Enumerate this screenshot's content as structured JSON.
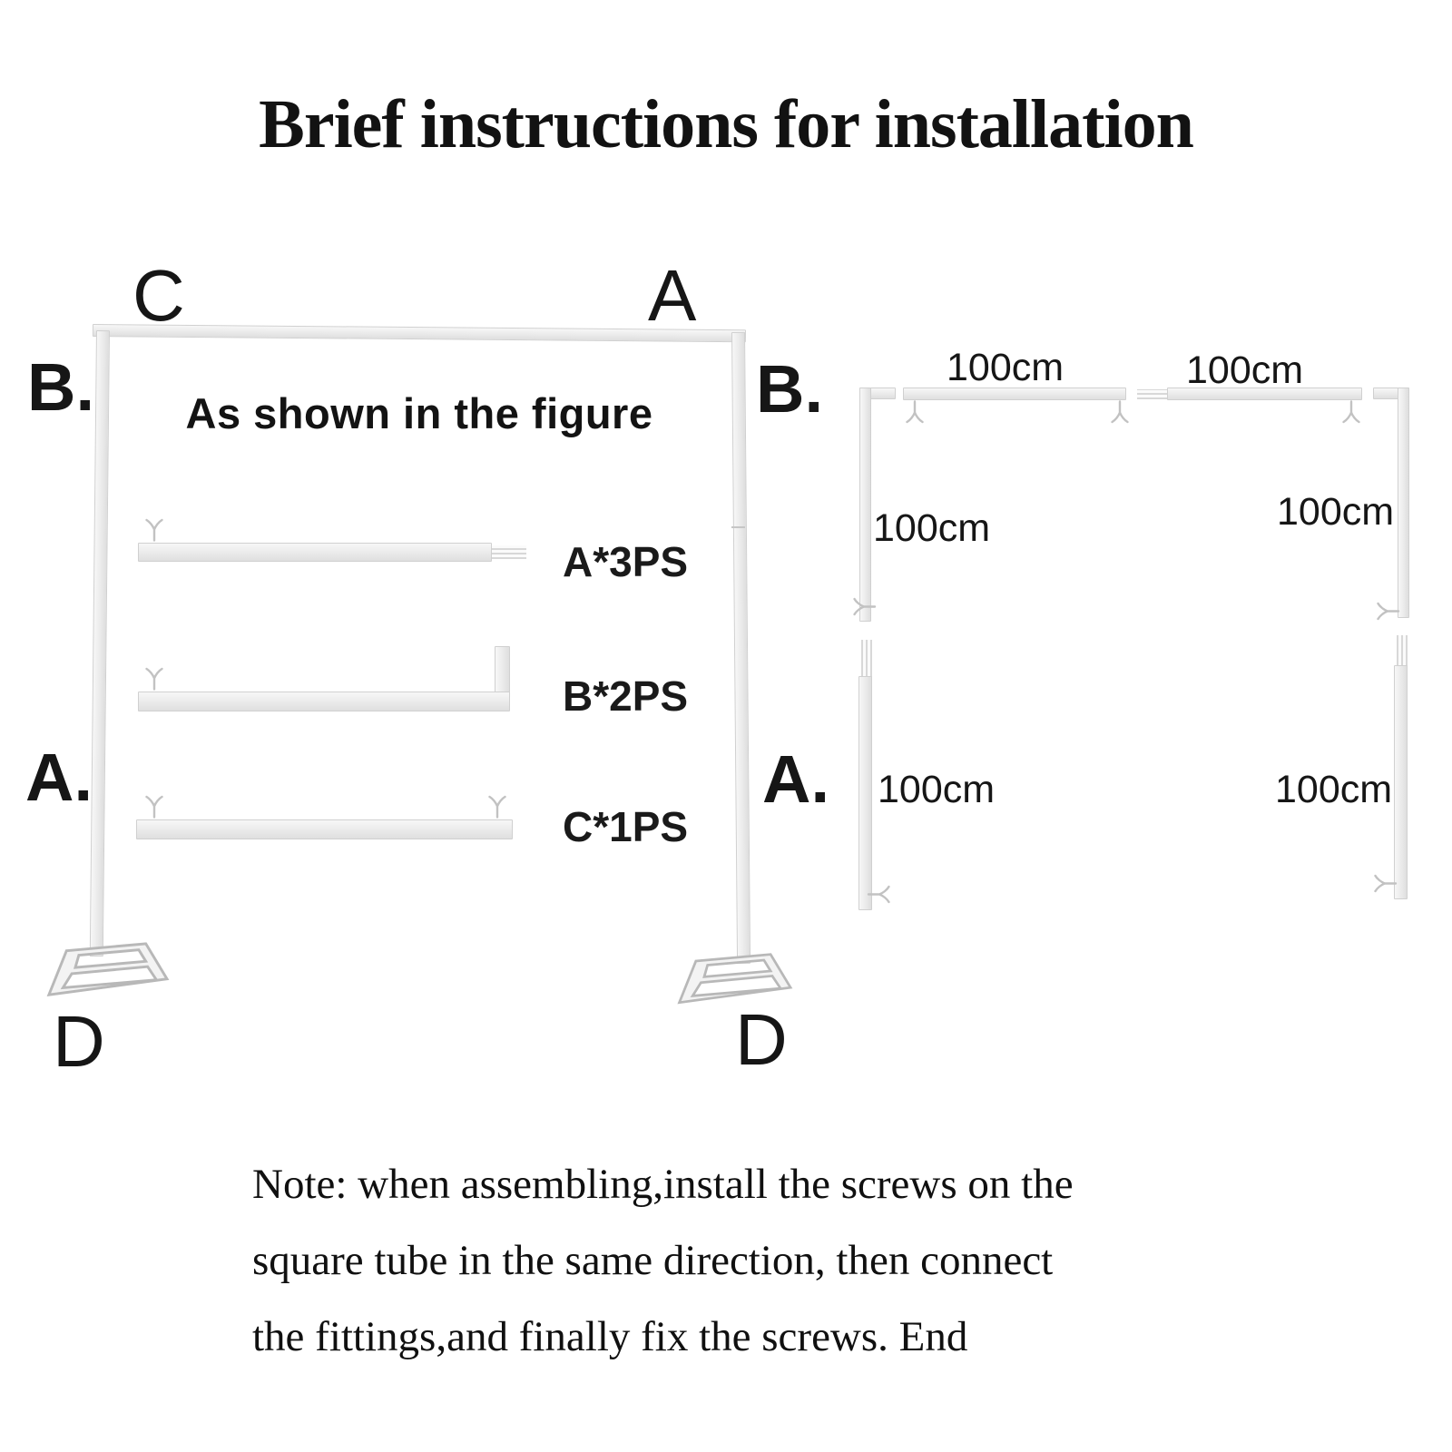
{
  "title": "Brief instructions for installation",
  "assembled_diagram": {
    "caption": "As shown in the figure",
    "corner_label_left": "C",
    "corner_label_right": "A",
    "side_label_upper": "B.",
    "side_label_lower": "A.",
    "base_label_left": "D",
    "base_label_right": "D",
    "parts_list": [
      {
        "label": "A*3PS"
      },
      {
        "label": "B*2PS"
      },
      {
        "label": "C*1PS"
      }
    ]
  },
  "exploded_diagram": {
    "side_label_upper": "B.",
    "side_label_lower": "A.",
    "dimensions": {
      "top_bar_left": "100cm",
      "top_bar_right": "100cm",
      "upright_upper_left": "100cm",
      "upright_upper_right": "100cm",
      "upright_lower_left": "100cm",
      "upright_lower_right": "100cm"
    }
  },
  "note": {
    "line_1": "Note: when assembling,install the screws on the",
    "line_2": "square tube in the same direction, then connect",
    "line_3": "the fittings,and finally fix the screws. End"
  },
  "icons": {
    "wing_screw": "wing-screw"
  },
  "colors": {
    "ink": "#141414",
    "tube_fill": "#ededed",
    "tube_edge": "#d0d0d0"
  }
}
